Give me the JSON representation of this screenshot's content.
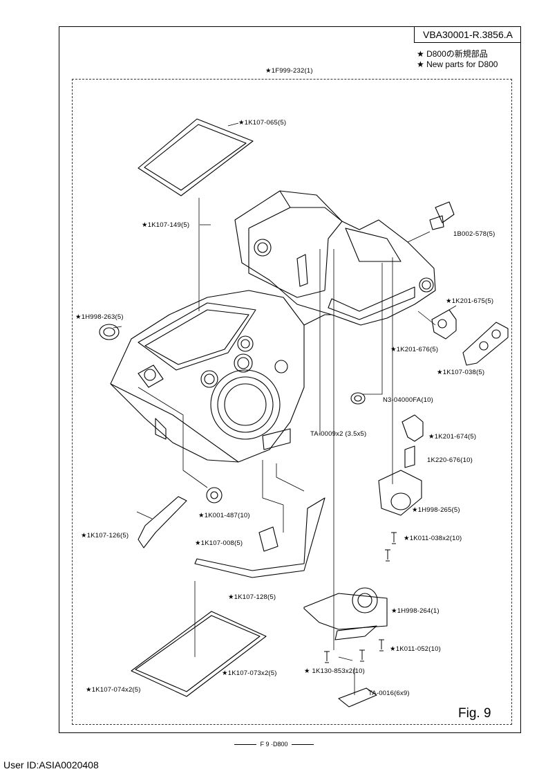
{
  "doc_number": "VBA30001-R.3856.A",
  "notes": [
    "★ D800の新規部品",
    "★ New parts for D800"
  ],
  "labels": {
    "l1f999": "★1F999-232(1)",
    "l065": "★1K107-065(5)",
    "l149": "★1K107-149(5)",
    "l578": "1B002-578(5)",
    "l675": "★1K201-675(5)",
    "l263": "★1H998-263(5)",
    "l676": "★1K201-676(5)",
    "l038": "★1K107-038(5)",
    "n3": "N3-04000FA(10)",
    "ta9": "TA-0009x2 (3.5x5)",
    "l674": "★1K201-674(5)",
    "l220": "1K220-676(10)",
    "l487": "★1K001-487(10)",
    "l265": "★1H998-265(5)",
    "l126": "★1K107-126(5)",
    "l008": "★1K107-008(5)",
    "l011038": "★1K011-038x2(10)",
    "l128": "★1K107-128(5)",
    "l264": "★1H998-264(1)",
    "l052": "★1K011-052(10)",
    "l073": "★1K107-073x2(5)",
    "l853": "★ 1K130-853x2(10)",
    "l074": "★1K107-074x2(5)",
    "ta16": "TA-0016(6x9)"
  },
  "figure_label": "Fig. 9",
  "footer": "F 9 ·D800",
  "user_id": "User ID:ASIA0020408"
}
